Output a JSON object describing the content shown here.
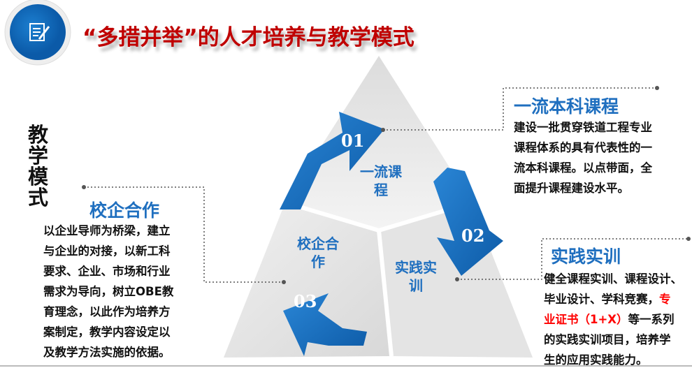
{
  "title": "“多措并举”的人才培养与教学模式",
  "vertical_title": "教学模式",
  "icon": "notepad-pencil-icon",
  "triangle": {
    "top": "一流课程",
    "left": "校企合作",
    "right": "实践实训"
  },
  "steps": [
    "01",
    "02",
    "03"
  ],
  "sections": {
    "course": {
      "heading": "一流本科课程",
      "lines": [
        "建设一批贯穿铁道工程专业",
        "课程体系的具有代表性的一",
        "流本科课程。以点带面，全",
        "面提升课程建设水平。"
      ]
    },
    "practice": {
      "heading": "实践实训",
      "lines": [
        "健全课程实训、课程设计、",
        "毕业设计、学科竞赛，"
      ],
      "red1": "专",
      "red2": "业证书（1+X）",
      "rest": "等一系列",
      "lines2": [
        "的实践实训项目，培养学",
        "生的应用实践能力。"
      ]
    },
    "coop": {
      "heading": "校企合作",
      "lines": [
        "以企业导师为桥梁，建立",
        "与企业的对接，以新工科",
        "要求、企业、市场和行业",
        "需求为导向，树立OBE教",
        "育理念，以此作为培养方",
        "案制定，教学内容设定以",
        "及教学方法实施的依据。"
      ]
    }
  },
  "colors": {
    "title": "#c00000",
    "accent": "#1f6fbf",
    "highlight": "#ff0000"
  }
}
